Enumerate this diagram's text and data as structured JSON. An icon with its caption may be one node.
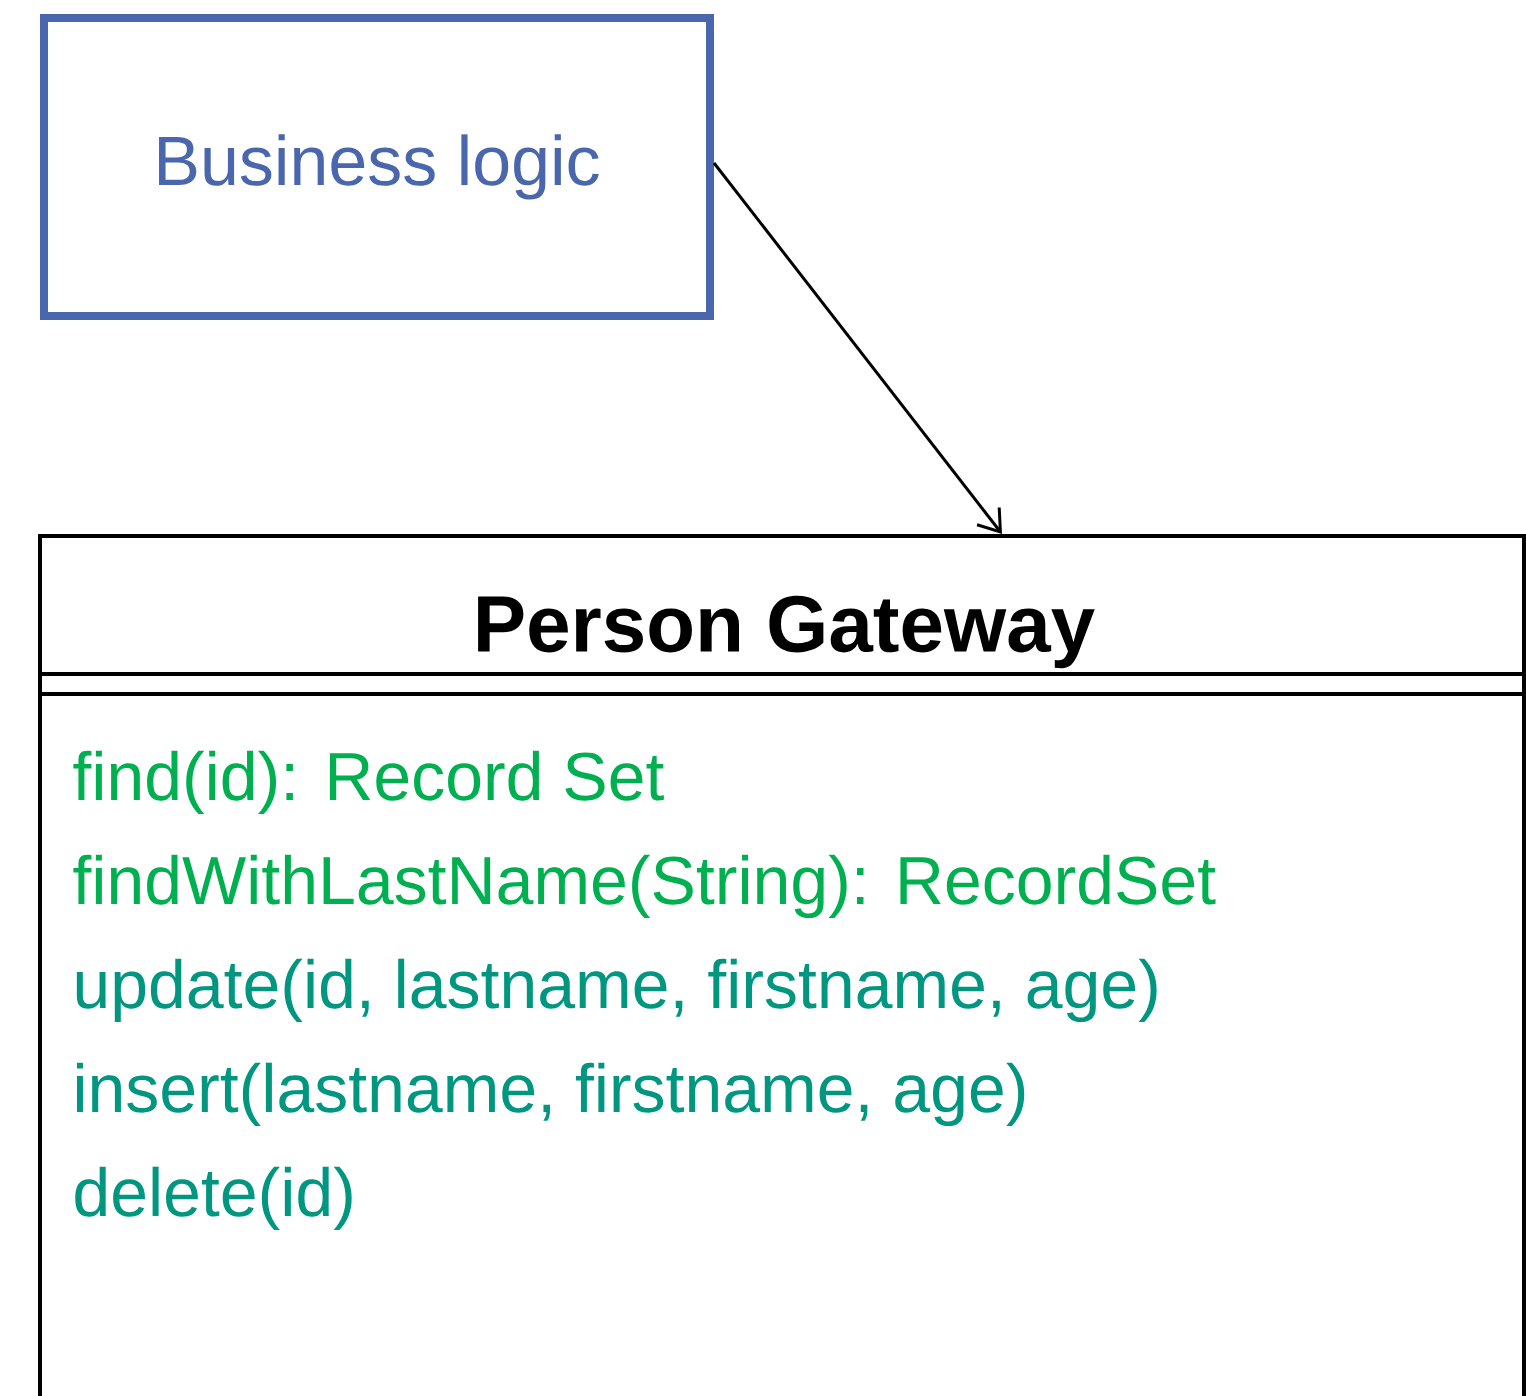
{
  "diagram": {
    "nodes": [
      {
        "text": [
          "Business logic"
        ]
      },
      {
        "text": [
          "Person Gateway",
          "find(id): Record Set",
          "findWithLastName(String): RecordSet",
          "update(id, lastname, firstname, age)",
          "insert(lastname, firstname, age)",
          "delete(id)"
        ]
      }
    ],
    "edges": [
      {
        "from": 0,
        "to": 1,
        "arrow": "to"
      }
    ]
  }
}
